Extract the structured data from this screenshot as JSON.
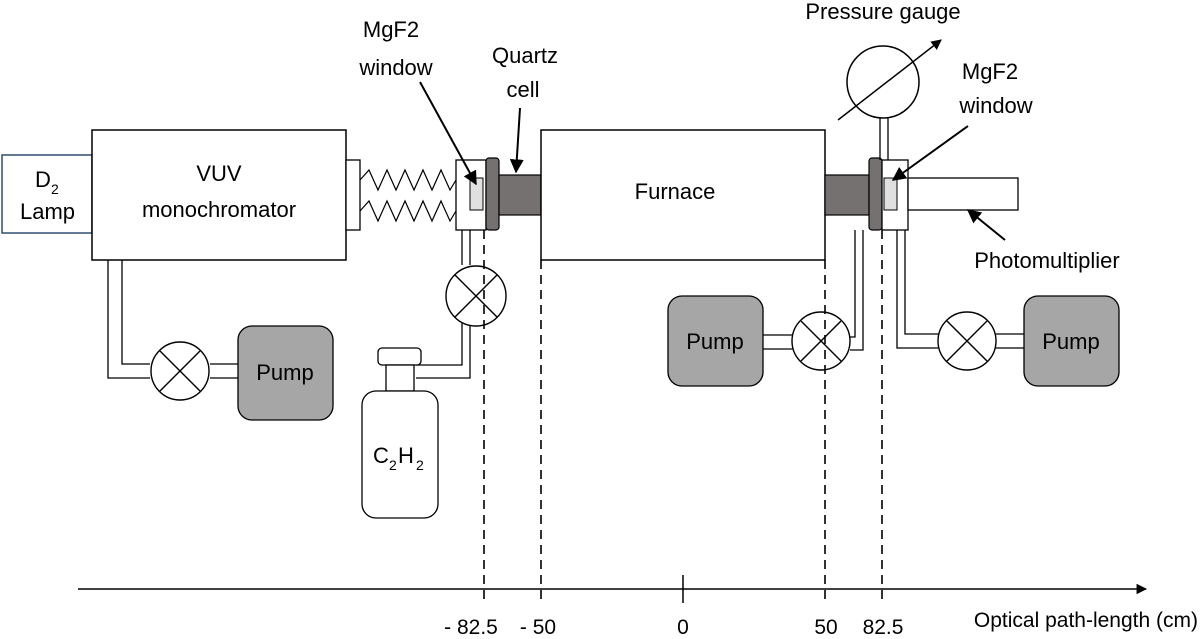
{
  "labels": {
    "d2": "D",
    "d2_sub": "2",
    "lamp": "Lamp",
    "vuv": "VUV",
    "monochromator": "monochromator",
    "mgf2_left_1": "MgF2",
    "mgf2_left_2": "window",
    "quartz_1": "Quartz",
    "quartz_2": "cell",
    "furnace": "Furnace",
    "pressure_gauge": "Pressure gauge",
    "mgf2_right_1": "MgF2",
    "mgf2_right_2": "window",
    "photomultiplier": "Photomultiplier",
    "pump_left": "Pump",
    "pump_middle": "Pump",
    "pump_right": "Pump",
    "c2h2_c": "C",
    "c2h2_sub1": "2",
    "c2h2_h": "H",
    "c2h2_sub2": "2"
  },
  "axis": {
    "label": "Optical path-length (cm)",
    "ticks": [
      "- 82.5",
      "- 50",
      "0",
      "50",
      "82.5"
    ]
  },
  "colors": {
    "pump_fill": "#a6a6a6",
    "dark_fill": "#767171",
    "lamp_border": "#2f4f6f",
    "line": "#000000"
  }
}
